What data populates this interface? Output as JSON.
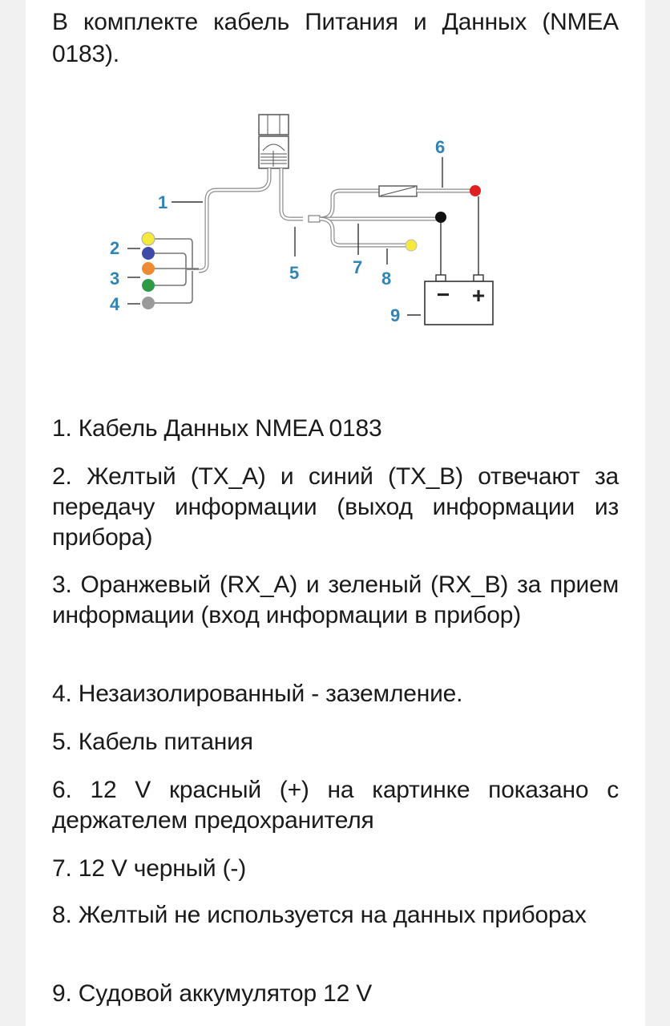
{
  "title": "В комплекте кабель Питания и Данных (NMEA 0183).",
  "diagram": {
    "labels": [
      "1",
      "2",
      "3",
      "4",
      "5",
      "6",
      "7",
      "8",
      "9"
    ],
    "battery_minus": "−",
    "battery_plus": "+",
    "colors": {
      "label": "#2f84b4",
      "red": "#e02020",
      "black": "#111111",
      "yellow": "#f5ea3c",
      "blue": "#3d4aa8",
      "orange": "#ee8a33",
      "green": "#2f9a45",
      "gray": "#9a9a9a"
    }
  },
  "items": [
    "1. Кабель Данных NMEA 0183",
    "2. Желтый (TX_A) и синий (TX_B) отвечают за передачу информации (выход информации из прибора)",
    "3. Оранжевый (RX_A) и зеленый (RX_B) за прием информации (вход информации в прибор)",
    "4. Незаизолированный - заземление.",
    "5. Кабель питания",
    "6. 12 V красный (+) на картинке показано с держателем предохранителя",
    "7. 12 V черный (-)",
    "8. Желтый не используется на данных приборах",
    "9. Судовой аккумулятор 12 V"
  ]
}
